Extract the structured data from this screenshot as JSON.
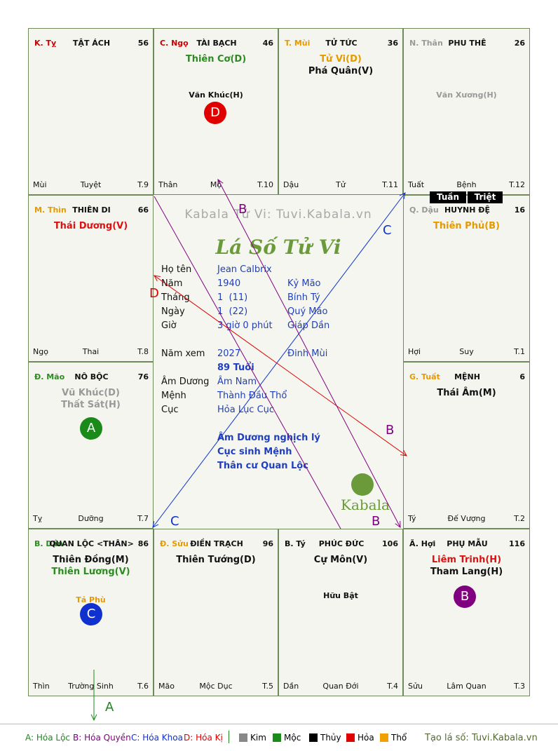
{
  "cells": {
    "ty": {
      "branch": "K. Tỵ",
      "palace": "TẬT ÁCH",
      "age": "56",
      "branch_color": "#cc0000",
      "foot": [
        "Mùi",
        "Tuyệt",
        "T.9"
      ],
      "minor": []
    },
    "ngo": {
      "branch": "C. Ngọ",
      "palace": "TÀI BẠCH",
      "age": "46",
      "branch_color": "#cc0000",
      "major": [
        {
          "name": "Thiên Cơ(D)",
          "color": "#2e8b22"
        }
      ],
      "minor": [
        {
          "name": "Văn Khúc(H)",
          "color": "#111111"
        }
      ],
      "foot": [
        "Thân",
        "Mộ",
        "T.10"
      ]
    },
    "mui": {
      "branch": "T. Mùi",
      "palace": "TỬ TỨC",
      "age": "36",
      "branch_color": "#e69a00",
      "major": [
        {
          "name": "Tử Vi(D)",
          "color": "#e69a00"
        },
        {
          "name": "Phá Quân(V)",
          "color": "#111111"
        }
      ],
      "minor": [],
      "foot": [
        "Dậu",
        "Tử",
        "T.11"
      ]
    },
    "than": {
      "branch": "N. Thân",
      "palace": "PHU THÊ",
      "age": "26",
      "branch_color": "#999999",
      "major": [],
      "minor": [
        {
          "name": "Văn Xương(H)",
          "color": "#999999"
        }
      ],
      "foot": [
        "Tuất",
        "Bệnh",
        "T.12"
      ]
    },
    "thin": {
      "branch": "M. Thìn",
      "palace": "THIÊN DI",
      "age": "66",
      "branch_color": "#e69a00",
      "major": [
        {
          "name": "Thái Dương(V)",
          "color": "#dd1111"
        }
      ],
      "minor": [],
      "foot": [
        "Ngọ",
        "Thai",
        "T.8"
      ]
    },
    "dau": {
      "branch": "Q. Dậu",
      "palace": "HUYNH ĐỆ",
      "age": "16",
      "branch_color": "#999999",
      "major": [
        {
          "name": "Thiên Phủ(B)",
          "color": "#e69a00"
        }
      ],
      "minor": [],
      "foot": [
        "Hợi",
        "Suy",
        "T.1"
      ]
    },
    "mao": {
      "branch": "Đ. Mão",
      "palace": "NÔ BỘC",
      "age": "76",
      "branch_color": "#2e8b22",
      "major": [
        {
          "name": "Vũ Khúc(D)",
          "color": "#999999"
        },
        {
          "name": "Thất Sát(H)",
          "color": "#999999"
        }
      ],
      "minor": [],
      "foot": [
        "Tỵ",
        "Dưỡng",
        "T.7"
      ]
    },
    "tuat": {
      "branch": "G. Tuất",
      "palace": "MỆNH",
      "age": "6",
      "branch_color": "#e69a00",
      "major": [
        {
          "name": "Thái Âm(M)",
          "color": "#111111"
        }
      ],
      "minor": [],
      "foot": [
        "Tý",
        "Đế Vượng",
        "T.2"
      ]
    },
    "dan": {
      "branch": "B. Dần",
      "palace": "QUAN LỘC <THÂN>",
      "age": "86",
      "branch_color": "#2e8b22",
      "major": [
        {
          "name": "Thiên Đồng(M)",
          "color": "#111111"
        },
        {
          "name": "Thiên Lương(V)",
          "color": "#2e8b22"
        }
      ],
      "minor": [
        {
          "name": "Tả Phù",
          "color": "#e69a00"
        }
      ],
      "foot": [
        "Thìn",
        "Trường Sinh",
        "T.6"
      ]
    },
    "suu": {
      "branch": "Đ. Sửu",
      "palace": "ĐIỀN TRẠCH",
      "age": "96",
      "branch_color": "#e69a00",
      "major": [
        {
          "name": "Thiên Tướng(D)",
          "color": "#111111"
        }
      ],
      "minor": [],
      "foot": [
        "Mão",
        "Mộc Dục",
        "T.5"
      ]
    },
    "ti": {
      "branch": "B. Tý",
      "palace": "PHÚC ĐỨC",
      "age": "106",
      "branch_color": "#111111",
      "major": [
        {
          "name": "Cự Môn(V)",
          "color": "#111111"
        }
      ],
      "minor": [
        {
          "name": "Hữu Bật",
          "color": "#111111"
        }
      ],
      "foot": [
        "Dần",
        "Quan Đới",
        "T.4"
      ]
    },
    "hoi": {
      "branch": "Ã. Hợi",
      "palace": "PHỤ MẪU",
      "age": "116",
      "branch_color": "#111111",
      "major": [
        {
          "name": "Liêm Trinh(H)",
          "color": "#dd1111"
        },
        {
          "name": "Tham Lang(H)",
          "color": "#111111"
        }
      ],
      "minor": [],
      "foot": [
        "Sửu",
        "Lâm Quan",
        "T.3"
      ]
    }
  },
  "badges": {
    "d": "D",
    "a": "A",
    "c": "C",
    "b": "B"
  },
  "tuan": "Tuần",
  "triet": "Triệt",
  "center": {
    "watermark": "Kabala Tử Vi: Tuvi.Kabala.vn",
    "title": "Lá Số Tử Vi",
    "rows": [
      {
        "label": "Họ tên",
        "v1": "Jean Calbrix",
        "v2": ""
      },
      {
        "label": "Năm",
        "v1": "1940",
        "v2": "Kỷ Mão"
      },
      {
        "label": "Tháng",
        "v1": "1  (11)",
        "v2": "Bính Tý"
      },
      {
        "label": "Ngày",
        "v1": "1  (22)",
        "v2": "Quý Mão"
      },
      {
        "label": "Giờ",
        "v1": "3 giờ 0 phút",
        "v2": "Giáp Dần"
      }
    ],
    "nam_xem": {
      "label": "Năm xem",
      "v1": "2027",
      "v2": "Đinh Mùi"
    },
    "tuoi": "89 Tuổi",
    "rows2": [
      {
        "label": "Âm Dương",
        "v1": "Âm Nam"
      },
      {
        "label": "Mệnh",
        "v1": "Thành Đầu Thổ"
      },
      {
        "label": "Cục",
        "v1": "Hỏa Lục Cục"
      }
    ],
    "notes": [
      "Âm Dương nghịch lý",
      "Cục sinh Mệnh",
      "Thân cư Quan Lộc"
    ],
    "logo": "Kabala"
  },
  "line_labels": {
    "b_top": "B",
    "c_top": "C",
    "d_left": "D",
    "b_right": "B",
    "c_bottom": "C",
    "b_bottom": "B",
    "a_bottom": "A"
  },
  "legend": {
    "a": "A: Hóa Lộc",
    "b": "B: Hóa Quyền",
    "c": "C: Hóa Khoa",
    "d": "D: Hóa Kị",
    "kim": "Kim",
    "moc": "Mộc",
    "thuy": "Thủy",
    "hoa": "Hỏa",
    "tho": "Thổ",
    "site": "Tạo lá số: Tuvi.Kabala.vn"
  },
  "colors": {
    "a": "#1a8a1a",
    "b": "#800080",
    "c": "#1030d0",
    "d": "#e00000",
    "kim": "#888888",
    "moc": "#1a8a1a",
    "thuy": "#000000",
    "hoa": "#e00000",
    "tho": "#f0a000"
  }
}
